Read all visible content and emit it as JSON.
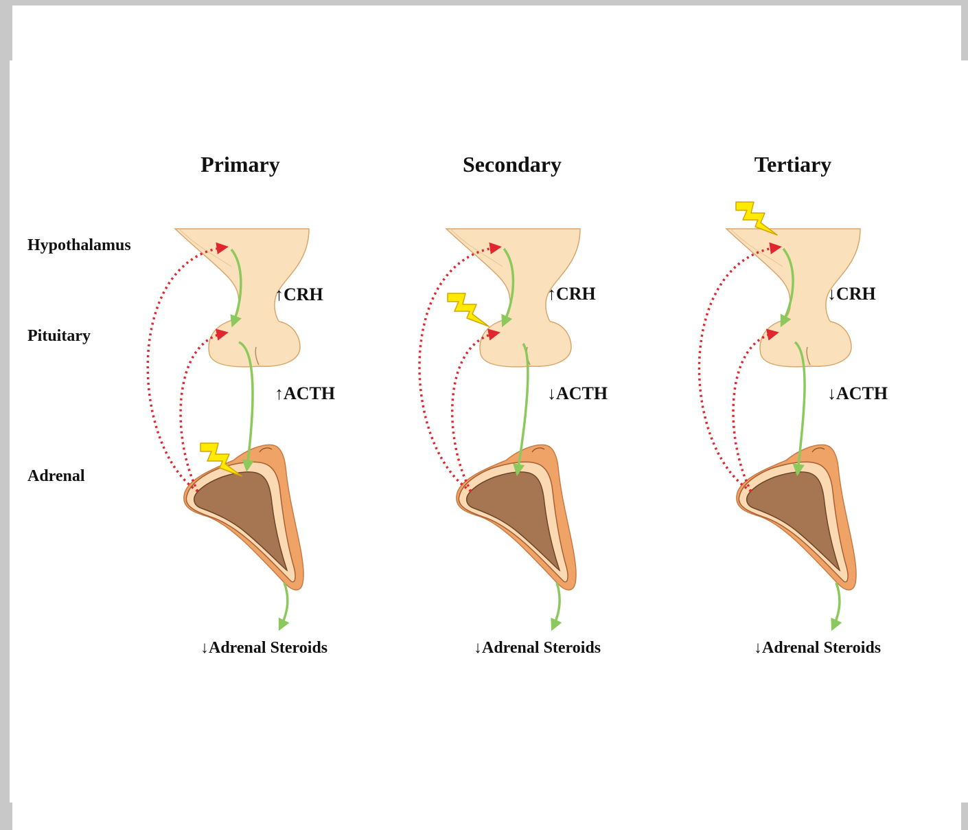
{
  "colors": {
    "gland_fill": "#fbe0bc",
    "gland_stroke": "#d9a66a",
    "adrenal_outer": "#f0a366",
    "adrenal_cortex": "#fbd9b2",
    "adrenal_medulla": "#a67552",
    "feedback_red": "#e0262e",
    "stimulus_green": "#8cc95c",
    "bolt_yellow": "#ffea00"
  },
  "row_labels": {
    "hypothalamus": "Hypothalamus",
    "pituitary": "Pituitary",
    "adrenal": "Adrenal"
  },
  "columns": [
    {
      "title": "Primary",
      "crh": "↑CRH",
      "acth": "↑ACTH",
      "steroids": "↓Adrenal Steroids",
      "lesion_site": "adrenal"
    },
    {
      "title": "Secondary",
      "crh": "↑CRH",
      "acth": "↓ACTH",
      "steroids": "↓Adrenal Steroids",
      "lesion_site": "pituitary"
    },
    {
      "title": "Tertiary",
      "crh": "↓CRH",
      "acth": "↓ACTH",
      "steroids": "↓Adrenal Steroids",
      "lesion_site": "hypothalamus"
    }
  ],
  "icons": {
    "lesion": "lightning-bolt-icon"
  }
}
